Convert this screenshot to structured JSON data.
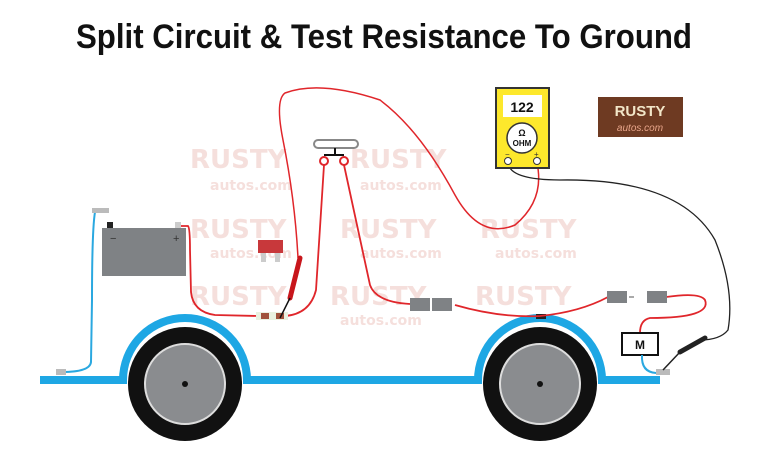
{
  "title": "Split Circuit & Test Resistance To Ground",
  "meter": {
    "reading": "122",
    "unit_symbol": "Ω",
    "unit_label": "OHM",
    "neg_label": "−",
    "pos_label": "+"
  },
  "battery": {
    "neg_label": "−",
    "pos_label": "+"
  },
  "motor": {
    "label": "M"
  },
  "logo": {
    "line1": "RUSTY",
    "line2": "autos.com"
  },
  "colors": {
    "wire_positive": "#e0262b",
    "wire_ground": "#2aa8e0",
    "wire_meter_neg": "#222222",
    "body": "#1ea7e4",
    "meter_face": "#fde82c",
    "logo_bg": "#6e3a22"
  }
}
